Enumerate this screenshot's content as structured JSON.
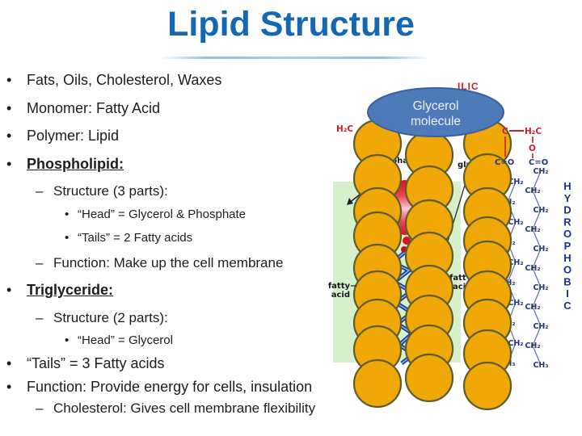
{
  "slide": {
    "title": "Lipid Structure"
  },
  "bullets": [
    {
      "marker": "•",
      "text": "Fats, Oils, Cholesterol, Waxes"
    },
    {
      "marker": "•",
      "text": "Monomer: Fatty Acid"
    },
    {
      "marker": "•",
      "text": "Polymer: Lipid"
    },
    {
      "marker": "•",
      "text": "Phospholipid:"
    },
    {
      "marker": "–",
      "text": "Structure (3 parts):"
    },
    {
      "marker": "•",
      "text": "“Head” = Glycerol & Phosphate"
    },
    {
      "marker": "•",
      "text": "“Tails” =  2 Fatty acids"
    },
    {
      "marker": "–",
      "text": "Function: Make up the cell membrane"
    },
    {
      "marker": "•",
      "text": "Triglyceride:"
    },
    {
      "marker": "–",
      "text": "Structure (2 parts):"
    },
    {
      "marker": "•",
      "text": "“Head” = Glycerol"
    },
    {
      "marker": "•",
      "text": "“Tails” =  3 Fatty acids"
    },
    {
      "marker": "•",
      "text": "Function: Provide energy for cells, insulation"
    },
    {
      "marker": "–",
      "text": "Cholesterol: Gives cell membrane flexibility"
    }
  ],
  "diagram": {
    "glycerol_line1": "Glycerol",
    "glycerol_line2": "molecule",
    "hydrophilic_fragment": "ILIC",
    "hydrophobic": "HYDROPHOBIC",
    "label_spha": "spha",
    "label_gly": "gly",
    "fatty_left_line1": "fatty",
    "fatty_left_line2": "acid",
    "fatty_mid_line1": "fatt",
    "fatty_mid_line2": "aci",
    "h2c_left": "H₂C",
    "backbone": {
      "c": "C",
      "h2c": "H₂C",
      "o": "O",
      "o_small": "O",
      "ester_left": "C=O",
      "ester_right": "C=O"
    },
    "chain_left": [
      "CH₂",
      "CH₂",
      "CH₂",
      "CH₂",
      "CH₂",
      "CH₂",
      "CH₂",
      "CH₂",
      "CH₂",
      "CH₃"
    ],
    "chain_right": [
      "CH₂",
      "CH₂",
      "CH₂",
      "CH₂",
      "CH₂",
      "CH₂",
      "CH₂",
      "CH₂",
      "CH₂",
      "CH₂",
      "CH₃"
    ],
    "colors": {
      "title_blue": "#1467b2",
      "circle_fill": "#f0a808",
      "circle_stroke": "#5d5d2b",
      "ellipse_fill": "#4d7ab8",
      "ellipse_stroke": "#3a5f9e",
      "green_bg": "#d5f0cb",
      "red_chem": "#cf1f2e",
      "navy_chem": "#26357b",
      "zigzag_blue": "#1d3a9b"
    }
  }
}
